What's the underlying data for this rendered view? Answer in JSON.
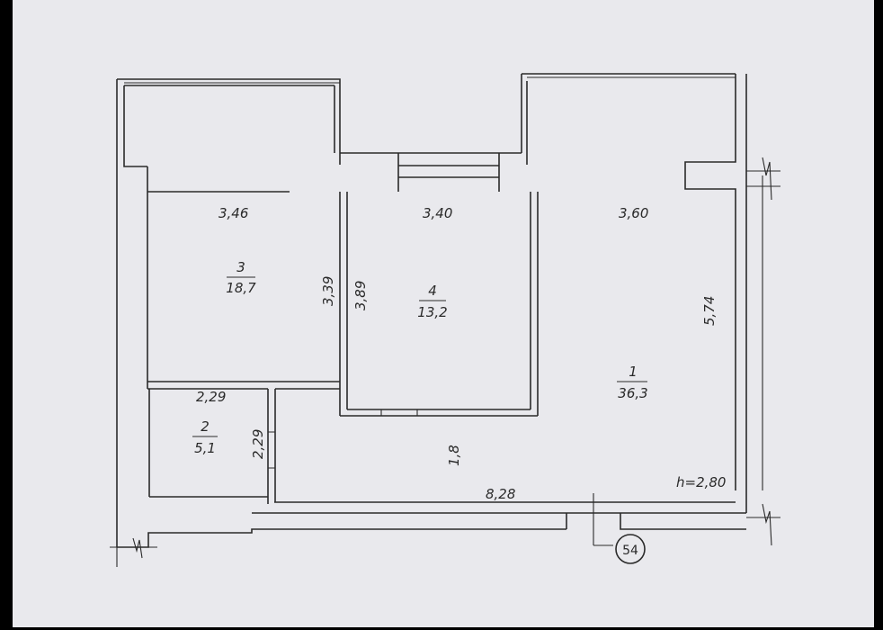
{
  "rooms": [
    {
      "number": "1",
      "area": "36,3"
    },
    {
      "number": "2",
      "area": "5,1"
    },
    {
      "number": "3",
      "area": "18,7"
    },
    {
      "number": "4",
      "area": "13,2"
    }
  ],
  "dimensions": {
    "room3_width": "3,46",
    "room4_width": "3,40",
    "room1_width": "3,60",
    "room3_depth": "3,39",
    "room4_depth": "3,89",
    "room1_depth": "5,74",
    "room2_width": "2,29",
    "room2_depth": "2,29",
    "hall_width": "1,8",
    "total_length": "8,28"
  },
  "ceiling_height": "h=2,80",
  "axis_marker": "54"
}
